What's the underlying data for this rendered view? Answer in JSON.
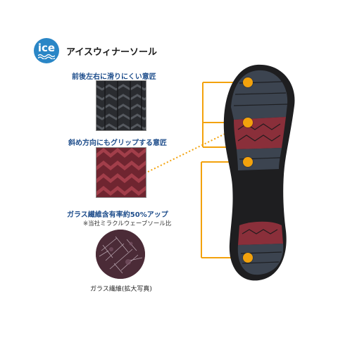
{
  "badge": {
    "text": "ice"
  },
  "brand": {
    "title": "アイスウィナーソール"
  },
  "features": [
    {
      "label": "前後左右に滑りにくい意匠"
    },
    {
      "label": "斜め方向にもグリップする意匠"
    },
    {
      "label": "ガラス繊維含有率約50%アップ",
      "note": "※当社ミラクルウェーブソール比"
    }
  ],
  "glass_caption": "ガラス繊維(拡大写真)",
  "icons": [
    "ice-badge-icon",
    "wave-icon"
  ],
  "colors": {
    "badge_blue": "#2a86c6",
    "label_navy": "#1f4e8c",
    "accent_orange": "#f3a20c",
    "sole_black": "#1e1e20",
    "tread_red": "#8a2f3a",
    "tread_grey": "#3c4450"
  }
}
